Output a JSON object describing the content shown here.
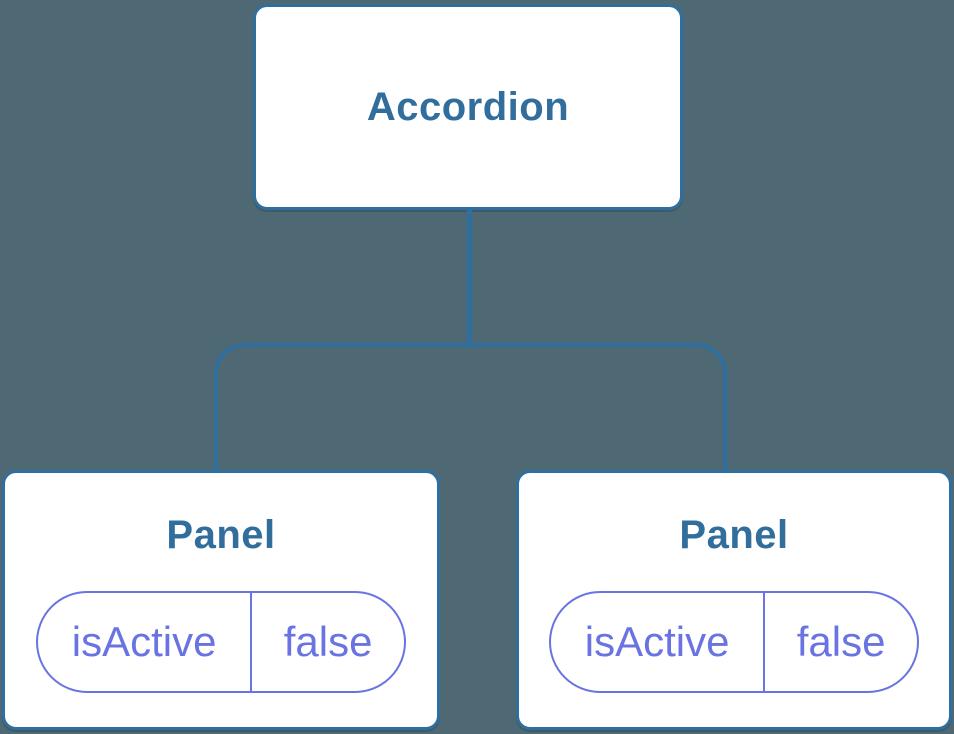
{
  "diagram": {
    "type": "component-tree",
    "root": {
      "label": "Accordion"
    },
    "panels": [
      {
        "title": "Panel",
        "state": {
          "key": "isActive",
          "value": "false"
        }
      },
      {
        "title": "Panel",
        "state": {
          "key": "isActive",
          "value": "false"
        }
      }
    ]
  },
  "colors": {
    "background": "#4E6973",
    "connector_line": "#2F6F9F",
    "node_border": "#2F6F9F",
    "node_fill": "#FFFFFF",
    "node_text": "#316E9C",
    "state_accent": "#6973E1"
  }
}
